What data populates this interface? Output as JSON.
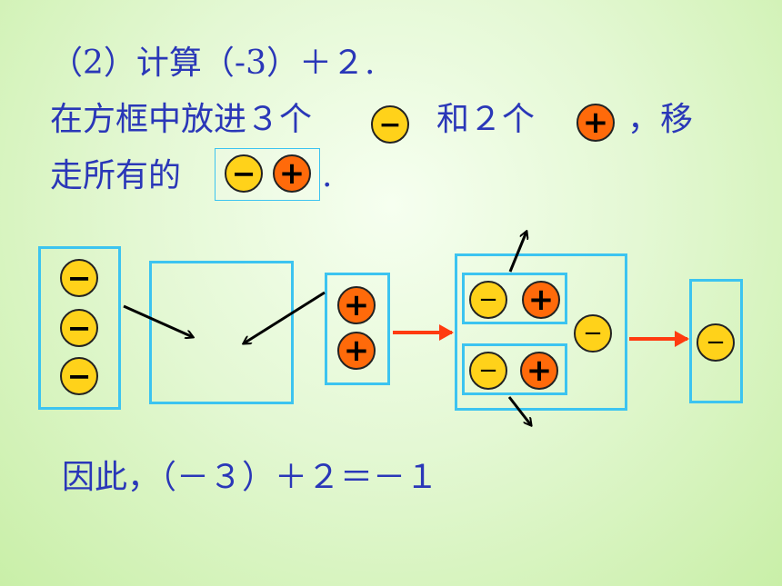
{
  "text": {
    "line1": "（2）计算（-3）＋２.",
    "line2_a": "在方框中放进３个",
    "line2_b": "和２个",
    "line2_c": "，移",
    "line3_a": "走所有的",
    "line3_b": ".",
    "conclusion": "因此，（－３）＋２＝－１"
  },
  "symbols": {
    "minus": "−",
    "plus": "+"
  },
  "colors": {
    "text": "#2a37b8",
    "negative_chip": "#ffd21a",
    "positive_chip": "#ff6a0a",
    "box_border": "#3cc4f0",
    "arrow_black": "#000000",
    "arrow_red": "#ff3b10"
  }
}
